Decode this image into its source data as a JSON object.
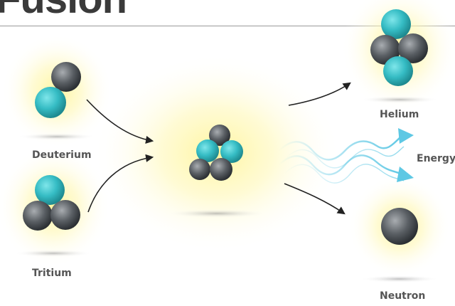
{
  "title": "Fusion",
  "labels": {
    "deuterium": "Deuterium",
    "tritium": "Tritium",
    "helium": "Helium",
    "energy": "Energy",
    "neutron": "Neutron"
  },
  "colors": {
    "proton": "#35bcc4",
    "neutron": "#555a5f",
    "glow": "#fff59a",
    "arrow": "#222222",
    "energy_wave": "#5ec8e4",
    "text": "#555555",
    "title": "#3a3a3a"
  }
}
